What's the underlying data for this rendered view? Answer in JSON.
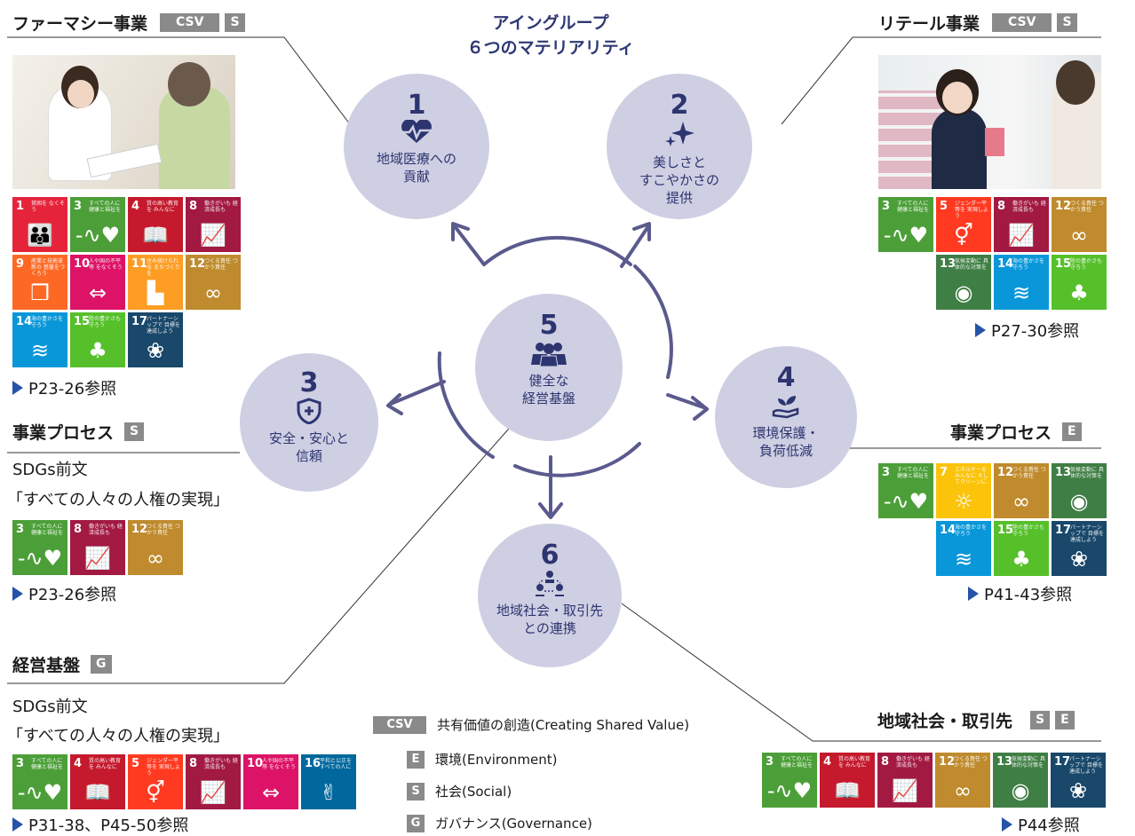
{
  "title": {
    "line1": "アイングループ",
    "line2": "６つのマテリアリティ"
  },
  "colors": {
    "circle": "#cfcfe3",
    "accent": "#2e3874",
    "tag": "#8a8a8a",
    "arrow": "#5a5a8e"
  },
  "materialities": [
    {
      "num": "1",
      "icon": "heartbeat-icon",
      "label": "地域医療への\n貢献"
    },
    {
      "num": "2",
      "icon": "sparkle-icon",
      "label": "美しさと\nすこやかさの\n提供"
    },
    {
      "num": "3",
      "icon": "shield-icon",
      "label": "安全・安心と\n信頼"
    },
    {
      "num": "4",
      "icon": "plant-in-hand-icon",
      "label": "環境保護・\n負荷低減"
    },
    {
      "num": "5",
      "icon": "people-group-icon",
      "label": "健全な\n経営基盤"
    },
    {
      "num": "6",
      "icon": "network-people-icon",
      "label": "地域社会・取引先\nとの連携"
    }
  ],
  "sections": {
    "pharmacy": {
      "name": "ファーマシー事業",
      "tags": [
        "CSV",
        "S"
      ],
      "ref": "P23-26参照",
      "goals": [
        1,
        3,
        4,
        8,
        9,
        10,
        11,
        12,
        14,
        15,
        17
      ]
    },
    "retail": {
      "name": "リテール事業",
      "tags": [
        "CSV",
        "S"
      ],
      "ref": "P27-30参照",
      "goals": [
        3,
        5,
        8,
        12,
        13,
        14,
        15
      ]
    },
    "process_s": {
      "name": "事業プロセス",
      "tags": [
        "S"
      ],
      "text1": "SDGs前文",
      "text2": "「すべての人々の人権の実現」",
      "ref": "P23-26参照",
      "goals": [
        3,
        8,
        12
      ]
    },
    "process_e": {
      "name": "事業プロセス",
      "tags": [
        "E"
      ],
      "ref": "P41-43参照",
      "goals": [
        3,
        7,
        12,
        13,
        14,
        15,
        17
      ]
    },
    "governance": {
      "name": "経営基盤",
      "tags": [
        "G"
      ],
      "text1": "SDGs前文",
      "text2": "「すべての人々の人権の実現」",
      "ref": "P31-38、P45-50参照",
      "goals": [
        3,
        4,
        5,
        8,
        10,
        16
      ]
    },
    "community": {
      "name": "地域社会・取引先",
      "tags": [
        "S",
        "E"
      ],
      "ref": "P44参照",
      "goals": [
        3,
        4,
        8,
        12,
        13,
        17
      ]
    }
  },
  "legend": [
    {
      "tag": "CSV",
      "text": "共有価値の創造(Creating Shared Value)"
    },
    {
      "tag": "E",
      "text": "環境(Environment)"
    },
    {
      "tag": "S",
      "text": "社会(Social)"
    },
    {
      "tag": "G",
      "text": "ガバナンス(Governance)"
    }
  ],
  "sdg": {
    "1": {
      "color": "#e5243b",
      "label": "貧困を\nなくそう",
      "glyph": "👪"
    },
    "3": {
      "color": "#4c9f38",
      "label": "すべての人に\n健康と福祉を",
      "glyph": "-∿♥"
    },
    "4": {
      "color": "#c5192d",
      "label": "質の高い教育を\nみんなに",
      "glyph": "📖"
    },
    "5": {
      "color": "#ff3a21",
      "label": "ジェンダー平等を\n実現しよう",
      "glyph": "⚥"
    },
    "7": {
      "color": "#fcc30b",
      "label": "エネルギーをみんなに\nそしてクリーンに",
      "glyph": "☼"
    },
    "8": {
      "color": "#a21942",
      "label": "働きがいも\n経済成長も",
      "glyph": "📈"
    },
    "9": {
      "color": "#fd6925",
      "label": "産業と技術革新の\n基盤をつくろう",
      "glyph": "❒"
    },
    "10": {
      "color": "#dd1367",
      "label": "人や国の不平等\nをなくそう",
      "glyph": "⇔"
    },
    "11": {
      "color": "#fd9d24",
      "label": "住み続けられる\nまちづくりを",
      "glyph": "▙"
    },
    "12": {
      "color": "#bf8b2e",
      "label": "つくる責任\nつかう責任",
      "glyph": "∞"
    },
    "13": {
      "color": "#3f7e44",
      "label": "気候変動に\n具体的な対策を",
      "glyph": "◉"
    },
    "14": {
      "color": "#0a97d9",
      "label": "海の豊かさを\n守ろう",
      "glyph": "≋"
    },
    "15": {
      "color": "#56c02b",
      "label": "陸の豊かさも\n守ろう",
      "glyph": "♣"
    },
    "16": {
      "color": "#00689d",
      "label": "平和と公正を\nすべての人に",
      "glyph": "✌"
    },
    "17": {
      "color": "#19486a",
      "label": "パートナーシップで\n目標を達成しよう",
      "glyph": "❀"
    }
  }
}
